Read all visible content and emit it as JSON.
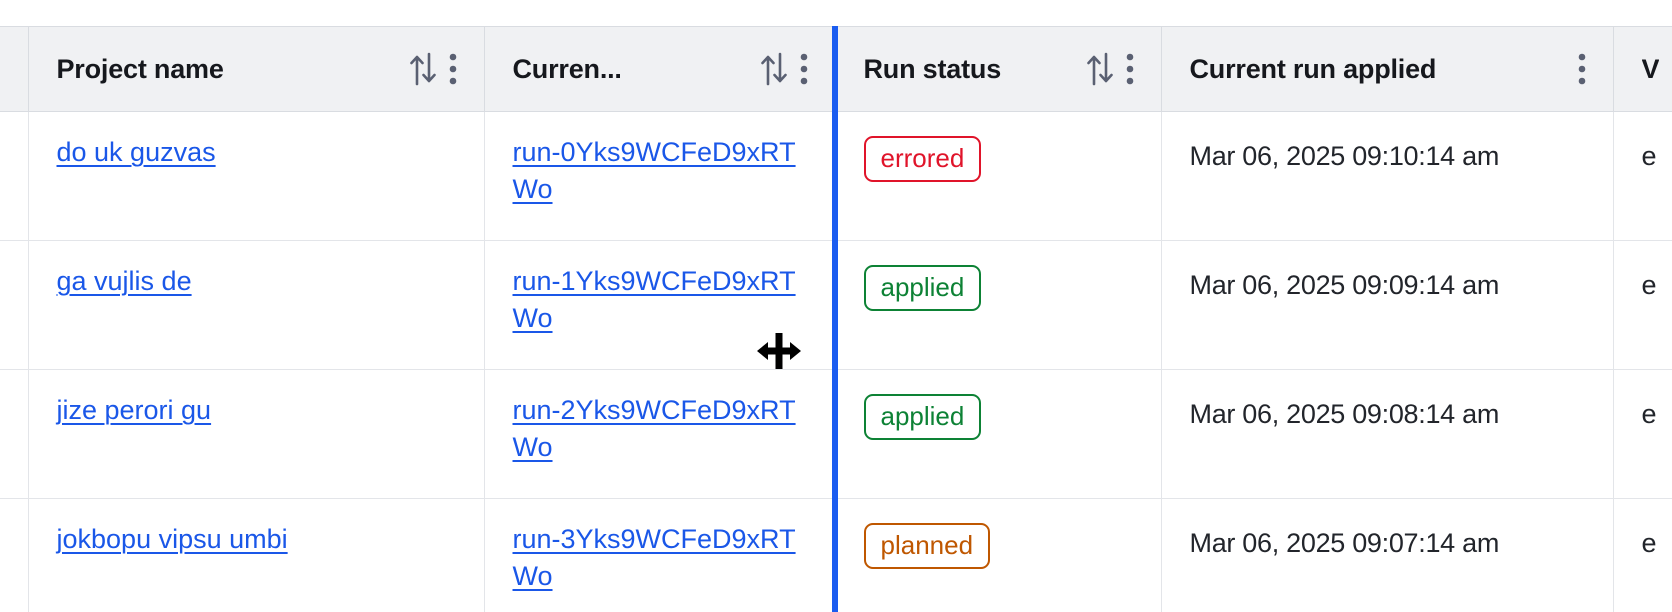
{
  "table": {
    "columns": [
      {
        "id": "select",
        "label": "",
        "sortable": false,
        "menu": false
      },
      {
        "id": "project",
        "label": "Project name",
        "sortable": true,
        "menu": true
      },
      {
        "id": "currun",
        "label": "Curren...",
        "sortable": true,
        "menu": true
      },
      {
        "id": "status",
        "label": "Run status",
        "sortable": true,
        "menu": true
      },
      {
        "id": "applied",
        "label": "Current run applied",
        "sortable": false,
        "menu": true
      },
      {
        "id": "last",
        "label": "V",
        "sortable": false,
        "menu": false
      }
    ],
    "rows": [
      {
        "project": "do uk guzvas",
        "current_run": "run-0Yks9WCFeD9xRTWo",
        "run_status": "errored",
        "status_kind": "errored",
        "current_run_applied": "Mar 06, 2025 09:10:14 am",
        "last": "e"
      },
      {
        "project": "ga vujlis de",
        "current_run": "run-1Yks9WCFeD9xRTWo",
        "run_status": "applied",
        "status_kind": "applied",
        "current_run_applied": "Mar 06, 2025 09:09:14 am",
        "last": "e"
      },
      {
        "project": "jize perori gu",
        "current_run": "run-2Yks9WCFeD9xRTWo",
        "run_status": "applied",
        "status_kind": "applied",
        "current_run_applied": "Mar 06, 2025 09:08:14 am",
        "last": "e"
      },
      {
        "project": "jokbopu vipsu umbi",
        "current_run": "run-3Yks9WCFeD9xRTWo",
        "run_status": "planned",
        "status_kind": "planned",
        "current_run_applied": "Mar 06, 2025 09:07:14 am",
        "last": "e"
      }
    ]
  },
  "icons": {
    "sort": "sort-ascending-descending-icon",
    "menu": "kebab-menu-icon",
    "cursor": "column-resize-cursor"
  },
  "interaction": {
    "resize_indicator_label": "column-resize-indicator",
    "resize_indicator_color": "#1a5cf0"
  },
  "colors": {
    "link": "#1a57e8",
    "errored": "#e0142a",
    "applied": "#0d8235",
    "planned": "#bf5700",
    "header_bg": "#f0f1f3",
    "border": "#d9dce1"
  }
}
